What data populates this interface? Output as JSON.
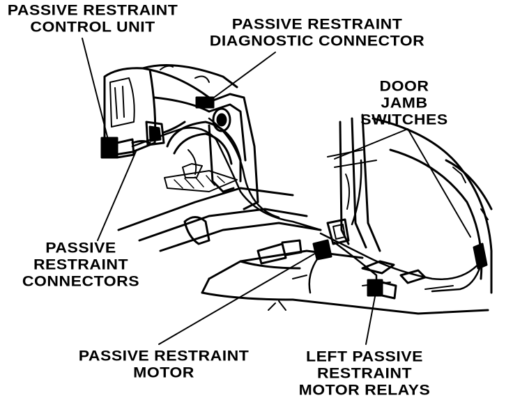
{
  "labels": {
    "control_unit": [
      "PASSIVE RESTRAINT",
      "CONTROL UNIT"
    ],
    "diagnostic_connector": [
      "PASSIVE RESTRAINT",
      "DIAGNOSTIC CONNECTOR"
    ],
    "door_jamb_switches": [
      "DOOR",
      "JAMB",
      "SWITCHES"
    ],
    "connectors": [
      "PASSIVE",
      "RESTRAINT",
      "CONNECTORS"
    ],
    "motor": [
      "PASSIVE RESTRAINT",
      "MOTOR"
    ],
    "motor_relays": [
      "LEFT PASSIVE",
      "RESTRAINT",
      "MOTOR RELAYS"
    ]
  },
  "colors": {
    "ink": "#000000",
    "paper": "#ffffff"
  }
}
